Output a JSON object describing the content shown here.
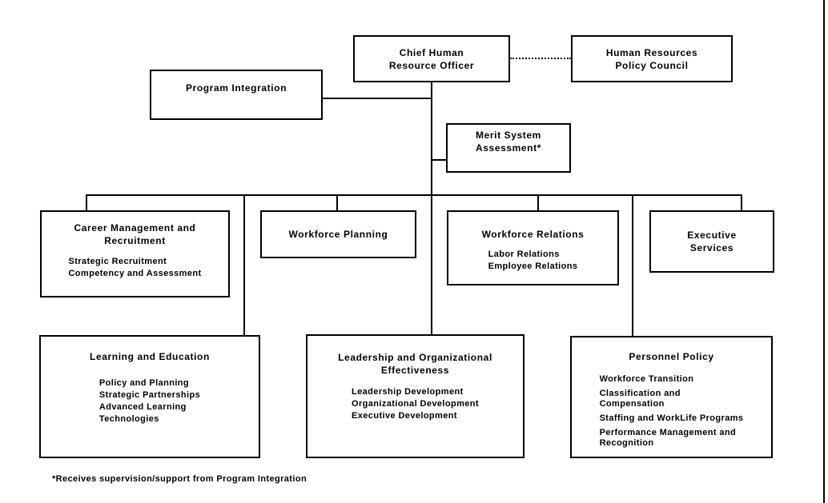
{
  "canvas": {
    "background": "#ffffff",
    "line_color": "#000000"
  },
  "nodes": {
    "chief": {
      "title": "Chief Human\nResource Officer"
    },
    "policy_council": {
      "title": "Human Resources\nPolicy Council"
    },
    "program_integration": {
      "title": "Program Integration"
    },
    "merit_system": {
      "title": "Merit System\nAssessment*"
    },
    "career": {
      "title": "Career Management and\nRecruitment",
      "items": [
        "Strategic Recruitment",
        "Competency and Assessment"
      ]
    },
    "workforce_planning": {
      "title": "Workforce Planning"
    },
    "workforce_relations": {
      "title": "Workforce Relations",
      "items": [
        "Labor Relations",
        "Employee Relations"
      ]
    },
    "executive_services": {
      "title": "Executive\nServices"
    },
    "learning": {
      "title": "Learning and Education",
      "items": [
        "Policy and Planning",
        "Strategic Partnerships",
        "Advanced Learning\nTechnologies"
      ]
    },
    "leadership": {
      "title": "Leadership and Organizational\nEffectiveness",
      "items": [
        "Leadership Development",
        "Organizational Development",
        "Executive Development"
      ]
    },
    "personnel": {
      "title": "Personnel Policy",
      "items": [
        "Workforce Transition",
        "Classification and\nCompensation",
        "Staffing and WorkLife Programs",
        "Performance Management and\nRecognition"
      ]
    }
  },
  "footnote": "*Receives supervision/support from Program Integration"
}
